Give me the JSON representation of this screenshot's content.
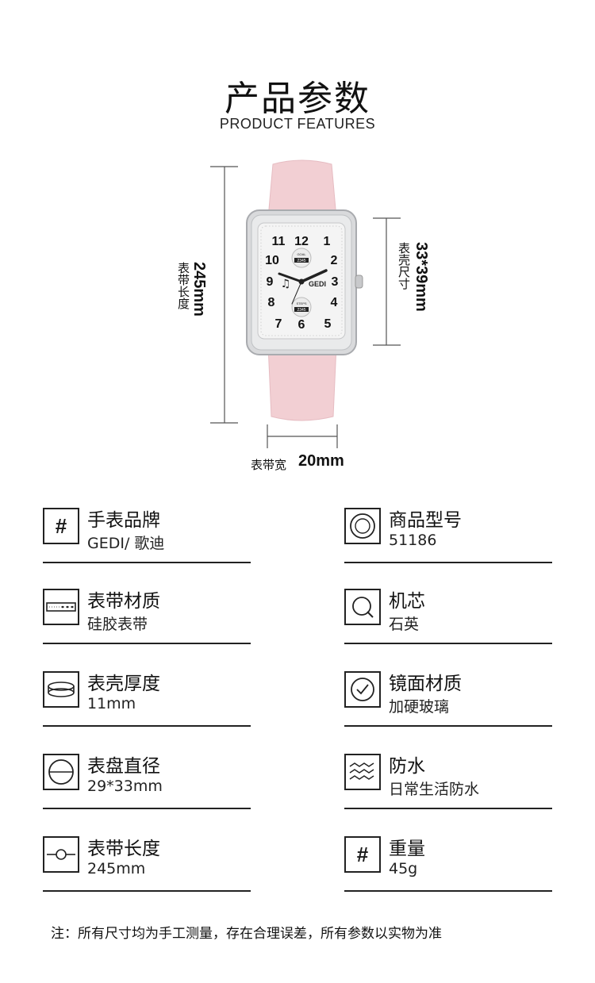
{
  "header": {
    "title_cn": "产品参数",
    "title_en": "PRODUCT FEATURES"
  },
  "dimensions": {
    "strap_length_label": "表带长度",
    "strap_length_value": "245mm",
    "case_size_label": "表壳尺寸",
    "case_size_value": "33*39mm",
    "strap_width_label": "表带宽",
    "strap_width_value": "20mm"
  },
  "watch_dial": {
    "brand": "GEDI",
    "numerals": [
      "12",
      "1",
      "2",
      "3",
      "4",
      "5",
      "6",
      "7",
      "8",
      "9",
      "10",
      "11"
    ],
    "sub_top_label": "GOAL",
    "sub_top_value": "2345",
    "sub_bottom_label": "STEPS",
    "sub_bottom_value": "2345"
  },
  "specs": {
    "left": [
      {
        "label": "手表品牌",
        "value": "GEDI/ 歌迪",
        "icon": "hash-icon"
      },
      {
        "label": "表带材质",
        "value": "硅胶表带",
        "icon": "strap-icon"
      },
      {
        "label": "表壳厚度",
        "value": "11mm",
        "icon": "case-thickness-icon"
      },
      {
        "label": "表盘直径",
        "value": "29*33mm",
        "icon": "dial-diameter-icon"
      },
      {
        "label": "表带长度",
        "value": "245mm",
        "icon": "strap-length-icon"
      }
    ],
    "right": [
      {
        "label": "商品型号",
        "value": "51186",
        "icon": "model-icon"
      },
      {
        "label": "机芯",
        "value": "石英",
        "icon": "quartz-icon"
      },
      {
        "label": "镜面材质",
        "value": "加硬玻璃",
        "icon": "glass-clock-icon"
      },
      {
        "label": "防水",
        "value": "日常生活防水",
        "icon": "water-wave-icon"
      },
      {
        "label": "重量",
        "value": "45g",
        "icon": "hash-icon"
      }
    ],
    "hash_glyph": "#"
  },
  "colors": {
    "strap": "#f2cfd3",
    "case": "#d9dadc",
    "dial": "#f4f4f4",
    "line": "#222222"
  },
  "footnote": "注：所有尺寸均为手工测量，存在合理误差，所有参数以实物为准"
}
